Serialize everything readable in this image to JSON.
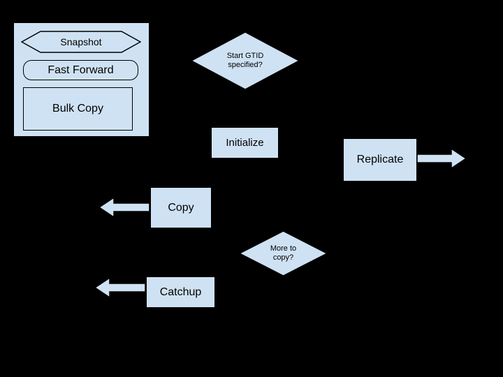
{
  "colors": {
    "background": "#000000",
    "shape_fill": "#cfe2f3",
    "shape_border": "#000000",
    "text": "#000000"
  },
  "legend": {
    "snapshot_label": "Snapshot",
    "fast_forward_label": "Fast Forward",
    "bulk_copy_label": "Bulk Copy"
  },
  "nodes": {
    "start_gtid_line1": "Start GTID",
    "start_gtid_line2": "specified?",
    "initialize_label": "Initialize",
    "replicate_label": "Replicate",
    "copy_label": "Copy",
    "more_to_copy_line1": "More to",
    "more_to_copy_line2": "copy?",
    "catchup_label": "Catchup"
  }
}
